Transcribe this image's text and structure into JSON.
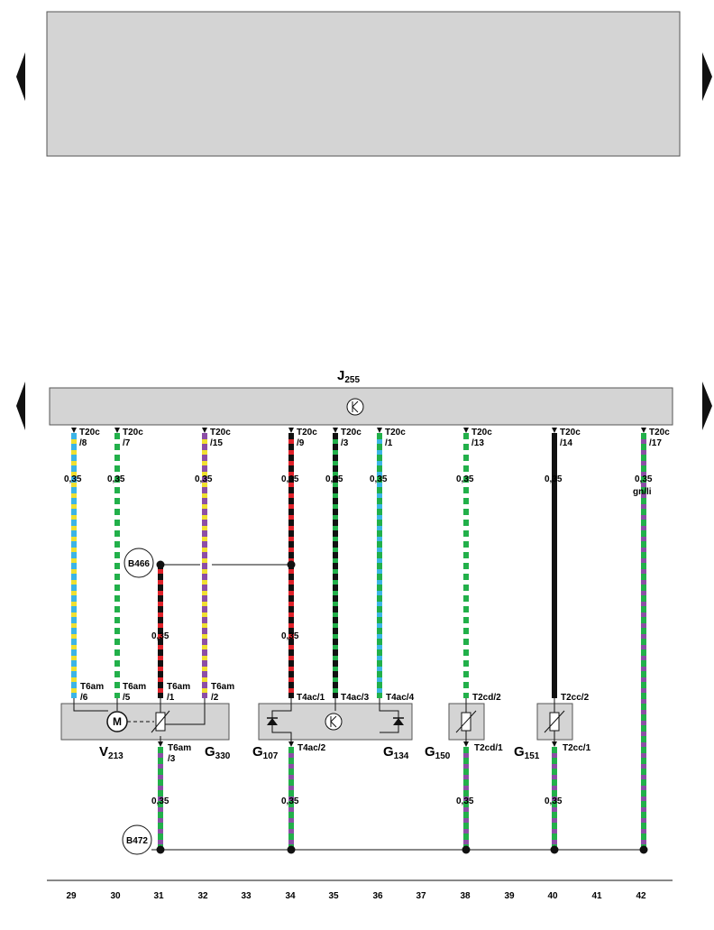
{
  "ecu": {
    "name": "J",
    "sub": "255"
  },
  "top_pins": [
    {
      "conn": "T20c",
      "pin": "/8",
      "gauge": "0,35"
    },
    {
      "conn": "T20c",
      "pin": "/7",
      "gauge": "0,35"
    },
    {
      "conn": "T20c",
      "pin": "/15",
      "gauge": "0,35"
    },
    {
      "conn": "T20c",
      "pin": "/9",
      "gauge": "0,35"
    },
    {
      "conn": "T20c",
      "pin": "/3",
      "gauge": "0,35"
    },
    {
      "conn": "T20c",
      "pin": "/1",
      "gauge": "0,35"
    },
    {
      "conn": "T20c",
      "pin": "/13",
      "gauge": "0,35"
    },
    {
      "conn": "T20c",
      "pin": "/14",
      "gauge": "0,35"
    },
    {
      "conn": "T20c",
      "pin": "/17",
      "gauge": "0,35",
      "color_code": "gn/li"
    }
  ],
  "connectors_mid": [
    {
      "conn": "T6am",
      "pin": "/6"
    },
    {
      "conn": "T6am",
      "pin": "/5"
    },
    {
      "conn": "T6am",
      "pin": "/1"
    },
    {
      "conn": "T6am",
      "pin": "/2"
    },
    {
      "label": "T4ac/1"
    },
    {
      "label": "T4ac/3"
    },
    {
      "label": "T4ac/4"
    },
    {
      "label": "T2cd/2"
    },
    {
      "label": "T2cc/2"
    }
  ],
  "connectors_low": [
    {
      "conn": "T6am",
      "pin": "/3"
    },
    {
      "label": "T4ac/2"
    },
    {
      "label": "T2cd/1"
    },
    {
      "label": "T2cc/1"
    }
  ],
  "gauges_other": {
    "b466_branch": "0,35",
    "black_red_lower": "0,35",
    "bottom": "0,35"
  },
  "junctions": {
    "b466": "B466",
    "b472": "B472"
  },
  "components": {
    "v213": {
      "name": "V",
      "sub": "213"
    },
    "g330": {
      "name": "G",
      "sub": "330"
    },
    "g107": {
      "name": "G",
      "sub": "107"
    },
    "g134": {
      "name": "G",
      "sub": "134"
    },
    "g150": {
      "name": "G",
      "sub": "150"
    },
    "g151": {
      "name": "G",
      "sub": "151"
    },
    "motor_letter": "M"
  },
  "columns": [
    "29",
    "30",
    "31",
    "32",
    "33",
    "34",
    "35",
    "36",
    "37",
    "38",
    "39",
    "40",
    "41",
    "42"
  ]
}
